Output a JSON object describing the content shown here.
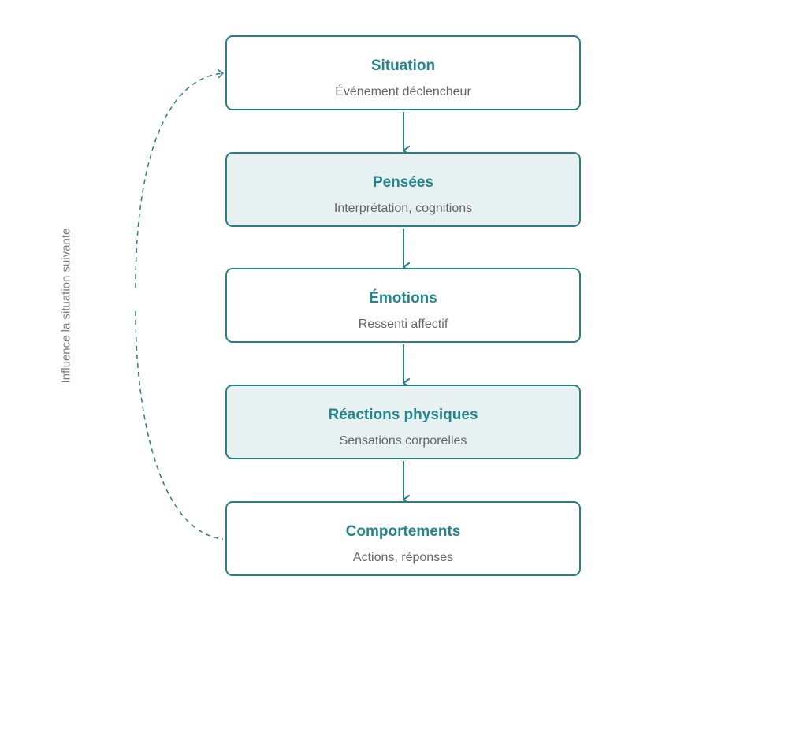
{
  "colors": {
    "accent": "#2a7f86",
    "title_text": "#24858c",
    "subtitle_text": "#666666",
    "tinted_fill": "#e8f1f1",
    "side_label_text": "#7a7a7a"
  },
  "steps": [
    {
      "title": "Situation",
      "subtitle": "Événement déclencheur",
      "tinted": false
    },
    {
      "title": "Pensées",
      "subtitle": "Interprétation, cognitions",
      "tinted": true
    },
    {
      "title": "Émotions",
      "subtitle": "Ressenti affectif",
      "tinted": false
    },
    {
      "title": "Réactions physiques",
      "subtitle": "Sensations corporelles",
      "tinted": true
    },
    {
      "title": "Comportements",
      "subtitle": "Actions, réponses",
      "tinted": false
    }
  ],
  "feedback": {
    "label": "Influence la situation suivante"
  }
}
